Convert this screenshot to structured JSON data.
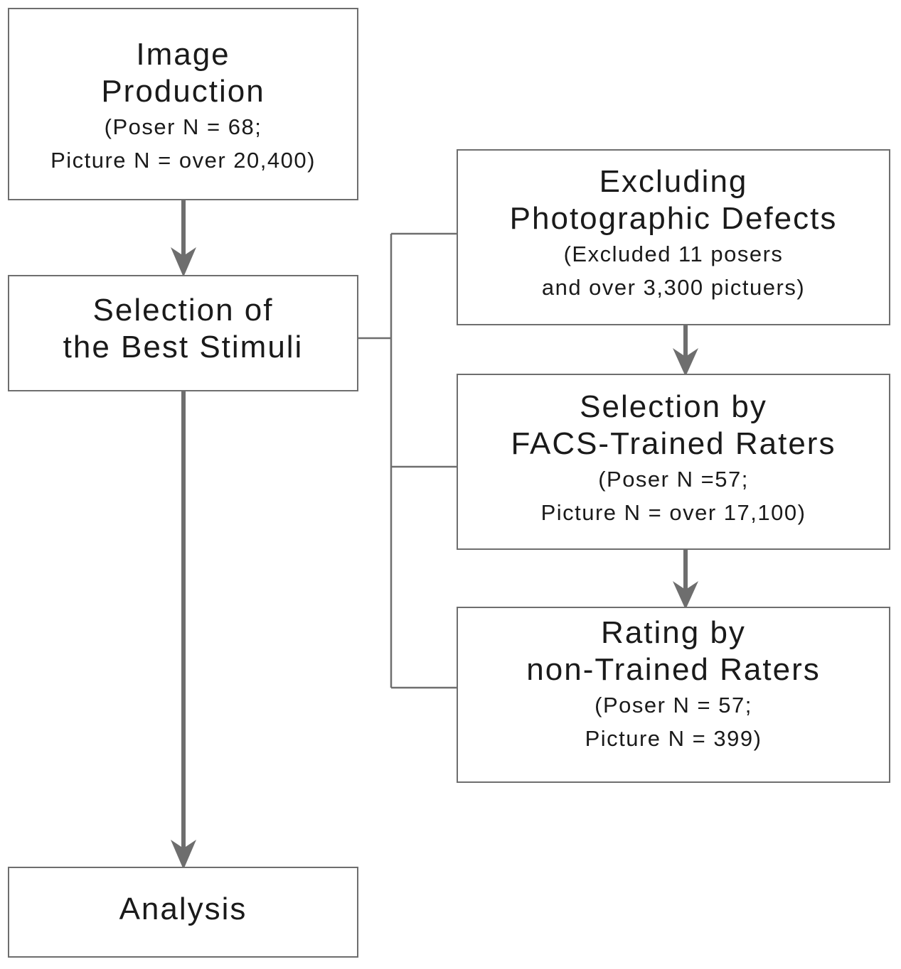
{
  "colors": {
    "line": "#6e6e6e",
    "arrow": "#6e6e6e",
    "box_border": "#6e6e6e",
    "text": "#1a1a1a",
    "background": "#ffffff"
  },
  "boxes": {
    "image_production": {
      "title_line1": "Image",
      "title_line2": "Production",
      "detail_line1": "(Poser N = 68;",
      "detail_line2": "Picture N = over 20,400)"
    },
    "selection_best": {
      "title_line1": "Selection of",
      "title_line2": "the Best Stimuli"
    },
    "analysis": {
      "title": "Analysis"
    },
    "excluding_defects": {
      "title_line1": "Excluding",
      "title_line2": "Photographic Defects",
      "detail_line1": "(Excluded 11 posers",
      "detail_line2": "and over 3,300 pictuers)"
    },
    "facs_selection": {
      "title_line1": "Selection by",
      "title_line2": "FACS-Trained Raters",
      "detail_line1": "(Poser N =57;",
      "detail_line2": "Picture N = over 17,100)"
    },
    "non_trained_rating": {
      "title_line1": "Rating by",
      "title_line2": "non-Trained Raters",
      "detail_line1": "(Poser N = 57;",
      "detail_line2": "Picture N = 399)"
    }
  }
}
